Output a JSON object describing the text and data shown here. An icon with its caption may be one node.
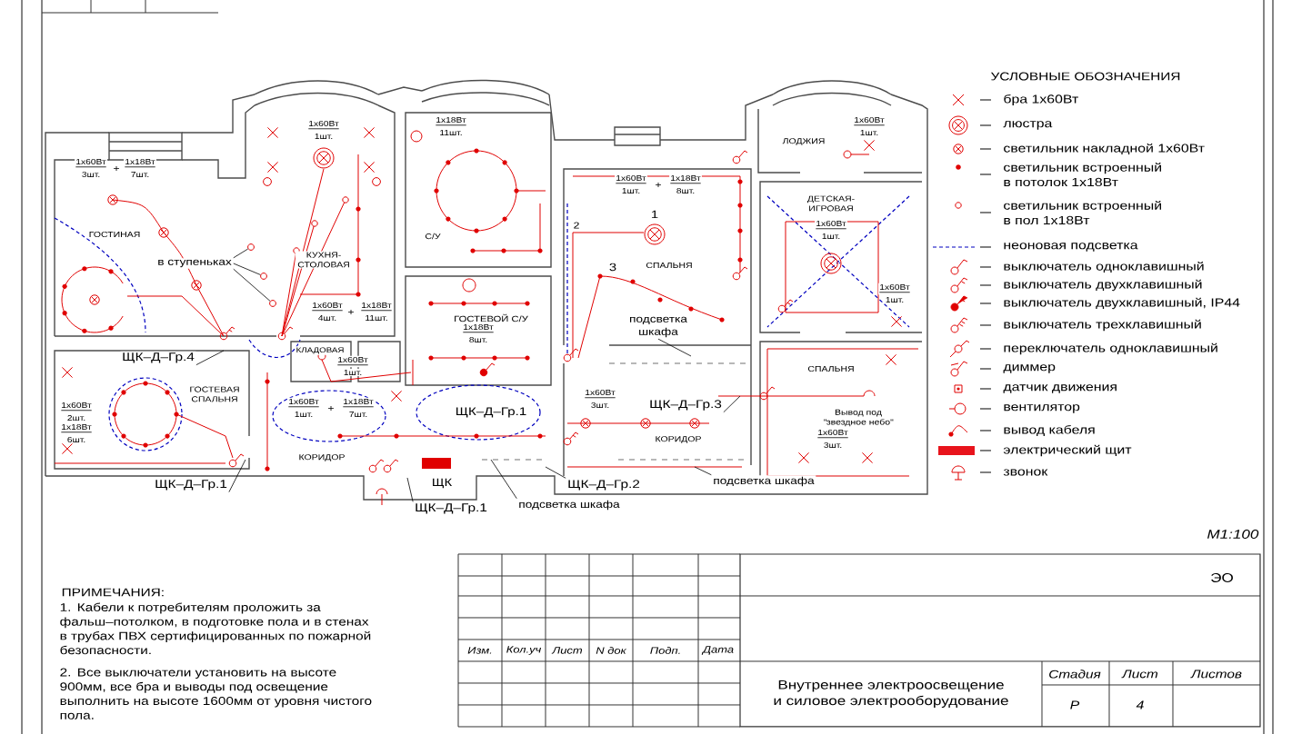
{
  "diagram": {
    "nodes": [
      {
        "text": [
          "в ступеньках"
        ]
      },
      {
        "text": [
          "ЩК–Д–Гр.4"
        ]
      },
      {
        "text": [
          "ЩК–Д–Гр.1"
        ]
      },
      {
        "text": [
          "подсветка шкафа"
        ]
      },
      {
        "text": [
          "ЩК–Д–Гр.3"
        ]
      },
      {
        "text": [
          "ЩК–Д–Гр.1"
        ]
      },
      {
        "text": [
          "ЩК–Д–Гр.2"
        ]
      },
      {
        "text": [
          "подсветка шкафа"
        ]
      },
      {
        "text": [
          "подсветка шкафа"
        ]
      },
      {
        "text": [],
        "shape": "circle"
      },
      {
        "text": [],
        "shape": "circle"
      },
      {
        "text": [],
        "shape": "circle"
      }
    ],
    "edges": [
      {
        "from": 0,
        "to": 9,
        "arrow": "none"
      },
      {
        "from": 0,
        "to": 10,
        "arrow": "none"
      },
      {
        "from": 0,
        "to": 11,
        "arrow": "none"
      },
      {
        "from": 1,
        "to": null,
        "arrow": "none"
      },
      {
        "from": 2,
        "to": null,
        "arrow": "none"
      },
      {
        "from": 3,
        "to": null,
        "arrow": "none"
      },
      {
        "from": 4,
        "to": null,
        "arrow": "none"
      },
      {
        "from": 5,
        "to": null,
        "arrow": "none"
      },
      {
        "from": 6,
        "to": null,
        "arrow": "none"
      },
      {
        "from": 7,
        "to": null,
        "arrow": "none"
      },
      {
        "from": 8,
        "to": null,
        "arrow": "none"
      }
    ],
    "labels": [
      "1x60Вт",
      "3шт.",
      "+",
      "1x18Вт",
      "7шт.",
      "1x60Вт",
      "1шт.",
      "1x18Вт",
      "11шт.",
      "ГОСТИНАЯ",
      "КУХНЯ-СТОЛОВАЯ",
      "С/У",
      "1x60Вт",
      "4шт.",
      "+",
      "1x18Вт",
      "11шт.",
      "1x60Вт",
      "1шт.",
      "+",
      "1x18Вт",
      "8шт.",
      "1",
      "2",
      "СПАЛЬНЯ",
      "3",
      "ГОСТЕВОЙ С/У",
      "1x18Вт",
      "8шт.",
      "КЛАДОВАЯ",
      "1x60Вт",
      "1шт.",
      "ЛОДЖИЯ",
      "1x60Вт",
      "1шт.",
      "ДЕТСКАЯ-ИГРОВАЯ",
      "1x60Вт",
      "1шт.",
      "1x60Вт",
      "1шт.",
      "СПАЛЬНЯ",
      "ГОСТЕВАЯ СПАЛЬНЯ",
      "1x60Вт",
      "2шт.",
      "1x18Вт",
      "6шт.",
      "1x60Вт",
      "1шт.",
      "+",
      "1x18Вт",
      "7шт.",
      "ЩК–Д–Гр.1",
      "1x60Вт",
      "3шт.",
      "Вывод под \"звездное небо\"",
      "КОРИДОР",
      "КОРИДОР",
      "1x60Вт",
      "3шт.",
      "ЩК",
      "УСЛОВНЫЕ ОБОЗНАЧЕНИЯ",
      "М1:100",
      "ПРИМЕЧАНИЯ:",
      "1. Кабели к потребителям проложить за фальш–потолком, в подготовке пола и в стенах в трубах ПВХ сертифицированных по пожарной безопасности.",
      "2. Все выключатели установить на высоте 900мм, все бра и выводы под освещение выполнить на высоте 1600мм от уровня чистого пола.",
      "ЭО",
      "Изм.",
      "Кол.уч",
      "Лист",
      "N док",
      "Подп.",
      "Дата",
      "Внутреннее электроосвещение и силовое электрооборудование",
      "Стадия",
      "Лист",
      "Листов",
      "Р",
      "4"
    ],
    "legend": [
      {
        "text": "бра 1х60Вт"
      },
      {
        "text": "люстра"
      },
      {
        "text": "светильник накладной 1х60Вт"
      },
      {
        "text": "светильник встроенный в потолок 1х18Вт"
      },
      {
        "text": "светильник встроенный в пол 1х18Вт"
      },
      {
        "text": "неоновая подсветка"
      },
      {
        "text": "выключатель одноклавишный"
      },
      {
        "text": "выключатель двухклавишный"
      },
      {
        "text": "выключатель двухклавишный, IP44"
      },
      {
        "text": "выключатель трехклавишный"
      },
      {
        "text": "переключатель одноклавишный"
      },
      {
        "text": "диммер"
      },
      {
        "text": "датчик движения"
      },
      {
        "text": "вентилятор"
      },
      {
        "text": "вывод кабеля"
      },
      {
        "text": "электрический щит",
        "color": "#e8141c"
      },
      {
        "text": "звонок"
      }
    ]
  }
}
